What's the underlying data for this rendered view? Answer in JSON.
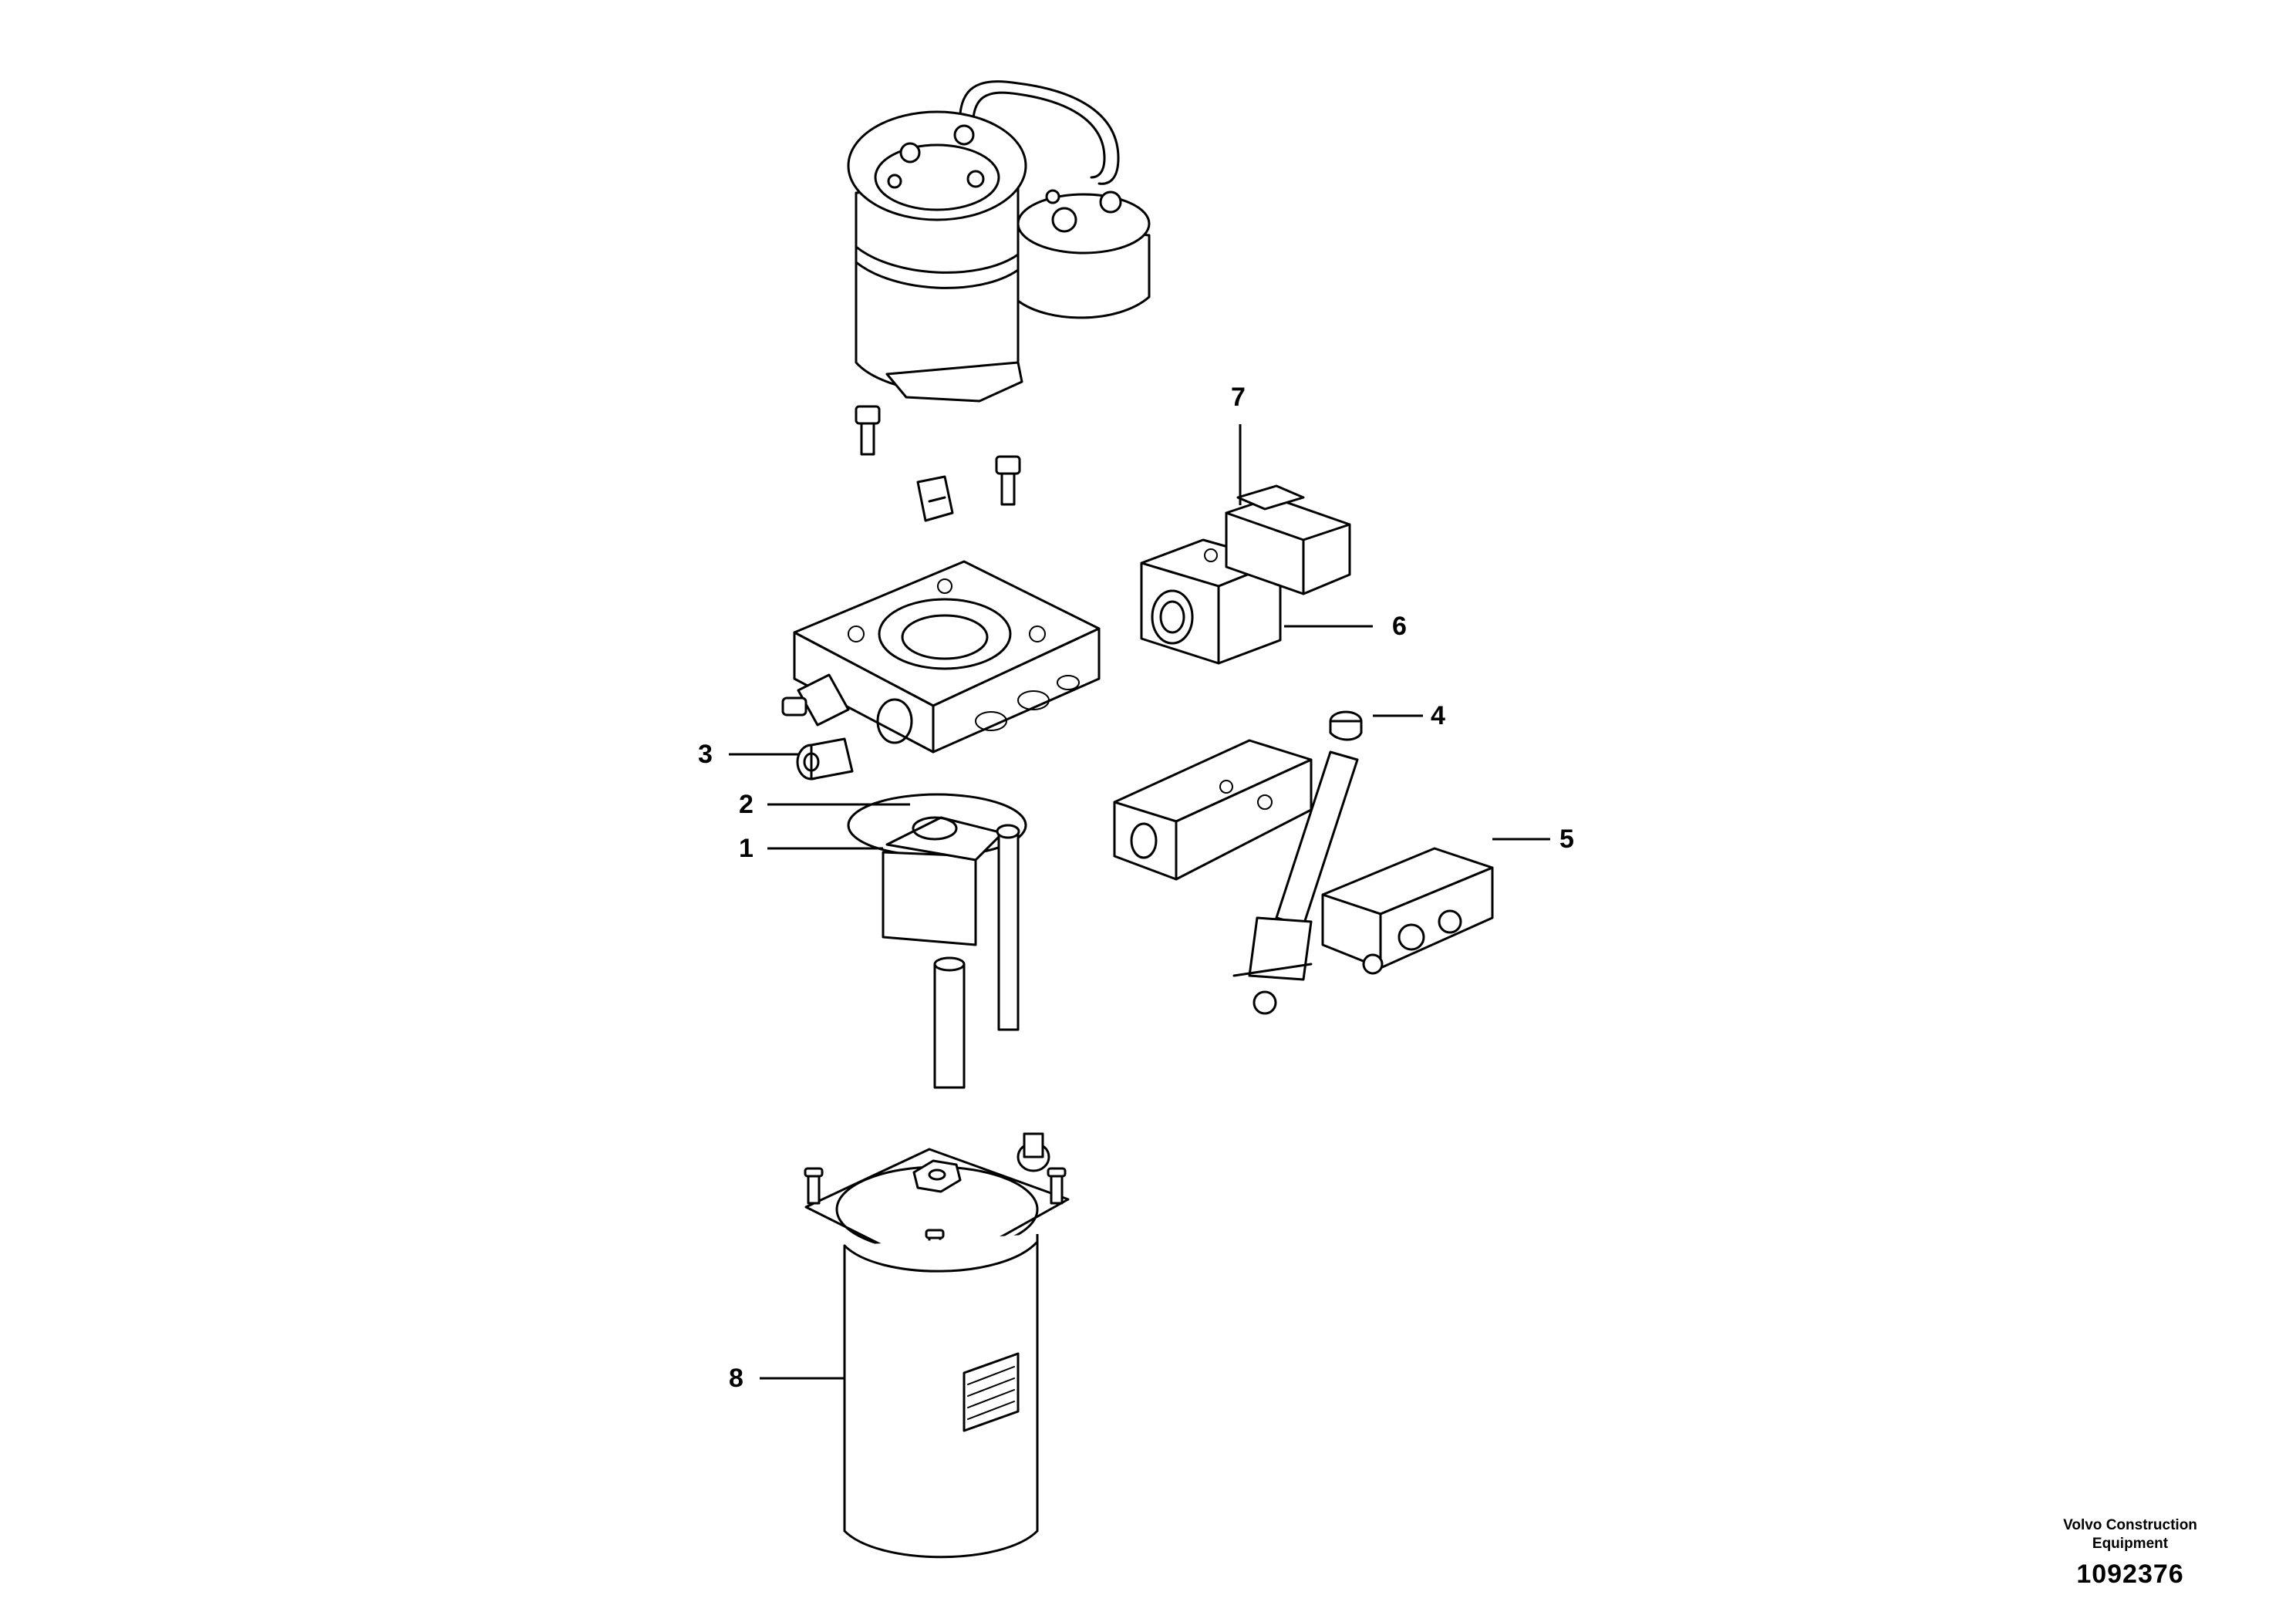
{
  "callouts": {
    "c1": "1",
    "c2": "2",
    "c3": "3",
    "c4": "4",
    "c5": "5",
    "c6": "6",
    "c7": "7",
    "c8": "8"
  },
  "credit": {
    "line1": "Volvo Construction",
    "line2": "Equipment",
    "number": "1092376"
  }
}
